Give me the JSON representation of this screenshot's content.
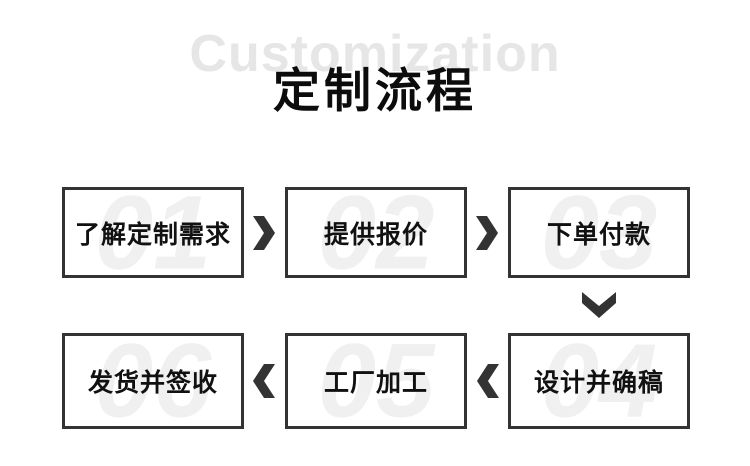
{
  "header": {
    "watermark": "Customization",
    "title": "定制流程"
  },
  "flow": {
    "steps": [
      {
        "number": "01",
        "label": "了解定制需求"
      },
      {
        "number": "02",
        "label": "提供报价"
      },
      {
        "number": "03",
        "label": "下单付款"
      },
      {
        "number": "04",
        "label": "设计并确稿"
      },
      {
        "number": "05",
        "label": "工厂加工"
      },
      {
        "number": "06",
        "label": "发货并签收"
      }
    ],
    "arrows": [
      {
        "between": "01-02",
        "direction": "right"
      },
      {
        "between": "02-03",
        "direction": "right"
      },
      {
        "between": "03-04",
        "direction": "down"
      },
      {
        "between": "04-05",
        "direction": "left"
      },
      {
        "between": "05-06",
        "direction": "left"
      }
    ]
  },
  "colors": {
    "background": "#ffffff",
    "box_border": "#333333",
    "arrow": "#333333",
    "title_text": "#0c0c0c",
    "step_label_text": "#111111",
    "watermark_text": "#e6e6e6",
    "step_number_text": "#f0f0f0"
  }
}
